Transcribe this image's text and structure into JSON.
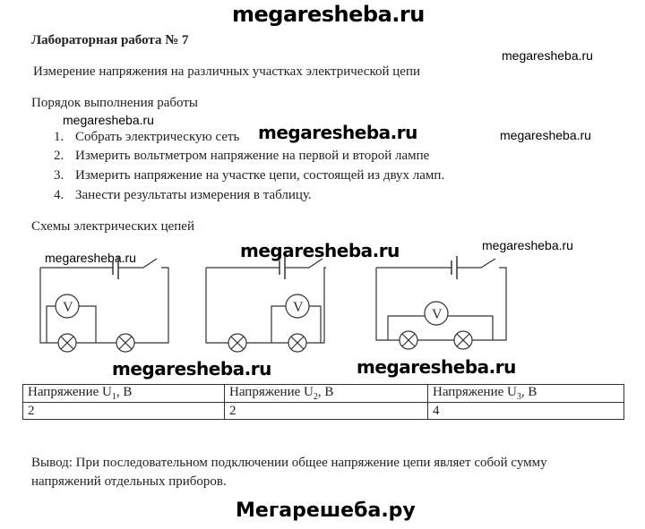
{
  "watermarks": {
    "top": "megaresheba.ru",
    "small": "megaresheba.ru",
    "bottom": "Мегарешеба.ру"
  },
  "title": "Лабораторная работа № 7",
  "subtitle": "Измерение напряжения на различных участках электрической цепи",
  "procedure_heading": "Порядок выполнения работы",
  "steps": [
    {
      "num": "1.",
      "text": "Собрать электрическую сеть"
    },
    {
      "num": "2.",
      "text": "Измерить вольтметром напряжение на первой и второй лампе"
    },
    {
      "num": "3.",
      "text": "Измерить напряжение на участке цепи, состоящей из двух ламп."
    },
    {
      "num": "4.",
      "text": "Занести результаты измерения в таблицу."
    }
  ],
  "schemes_heading": "Схемы электрических цепей",
  "voltmeter_label": "V",
  "table": {
    "headers": [
      {
        "prefix": "Напряжение U",
        "sub": "1",
        "suffix": ", В"
      },
      {
        "prefix": "Напряжение U",
        "sub": "2",
        "suffix": ", В"
      },
      {
        "prefix": "Напряжение U",
        "sub": "3",
        "suffix": ", В"
      }
    ],
    "values": [
      "2",
      "2",
      "4"
    ]
  },
  "conclusion": [
    "Вывод:  При последовательном подключении общее напряжение цепи являет собой сумму",
    "напряжений отдельных приборов."
  ]
}
